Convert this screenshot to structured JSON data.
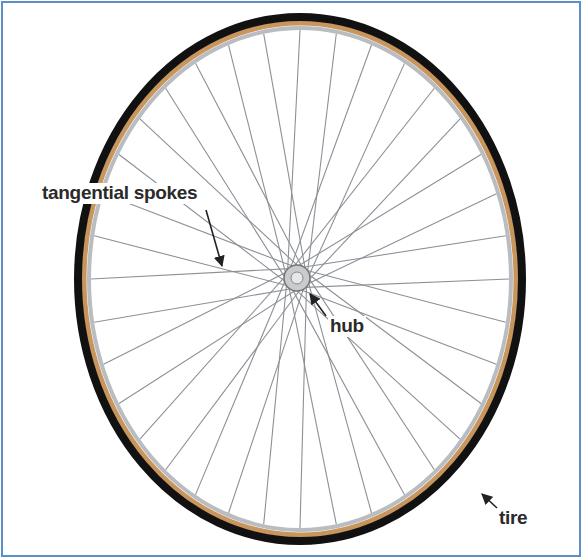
{
  "diagram": {
    "labels": [
      "tangential spokes",
      "hub",
      "tire"
    ]
  }
}
